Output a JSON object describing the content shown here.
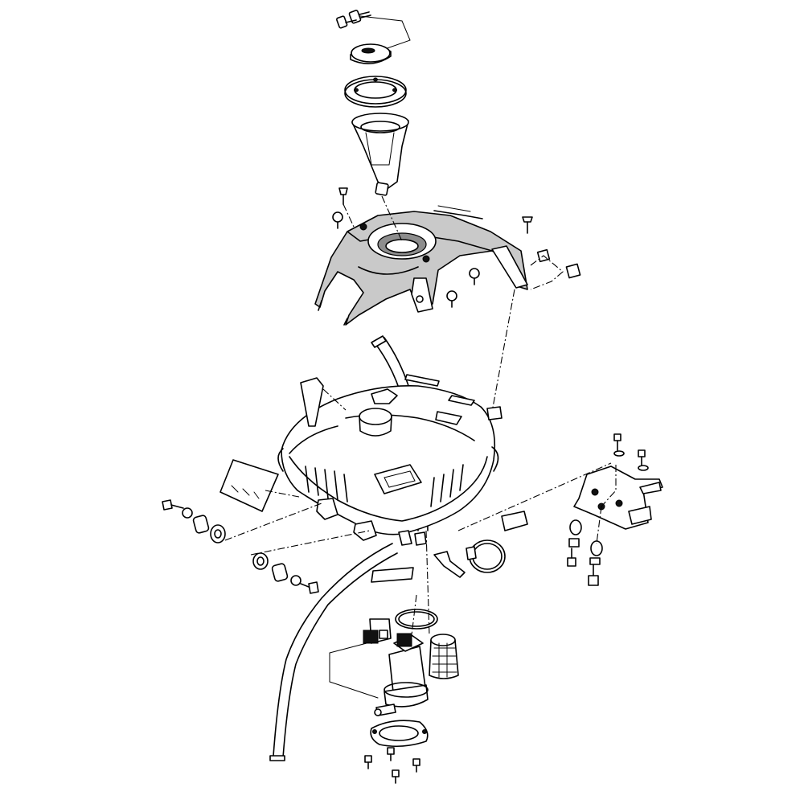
{
  "diagram": {
    "highlight_fill": "#c9c9c9",
    "line_color": "#000000",
    "background": "#ffffff",
    "parts": [
      "keys",
      "fuel-cap",
      "cap-ring",
      "filler-neck",
      "tank-cover",
      "fuel-tank",
      "fuel-pump",
      "pump-filter",
      "pump-gasket",
      "pump-plate",
      "mounting-bracket",
      "breather-hose",
      "fuel-hose"
    ]
  }
}
